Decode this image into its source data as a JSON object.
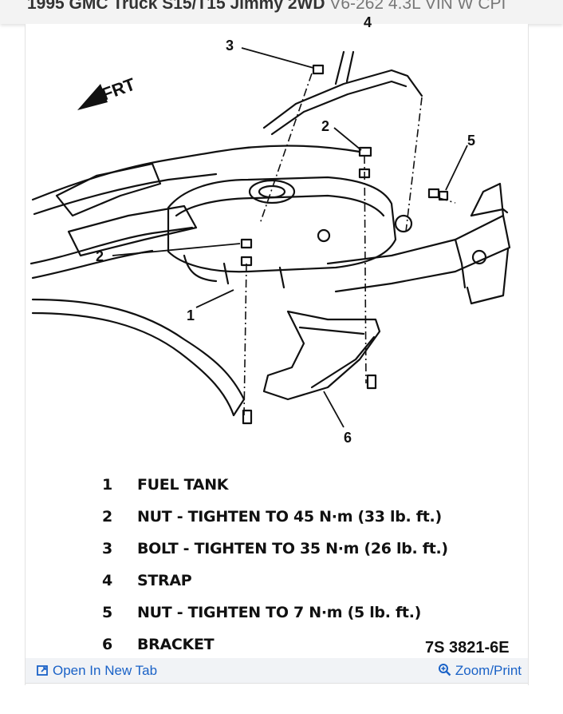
{
  "header": {
    "title_bold": "1995 GMC Truck S15/T15 Jimmy 2WD",
    "title_light": "V6-262 4.3L VIN W CPI"
  },
  "diagram": {
    "direction_label": "FRT",
    "callouts": [
      "1",
      "2",
      "2",
      "3",
      "4",
      "5",
      "6"
    ],
    "legend": [
      {
        "num": "1",
        "text": "FUEL TANK"
      },
      {
        "num": "2",
        "text": "NUT - TIGHTEN TO 45 N·m (33 lb. ft.)"
      },
      {
        "num": "3",
        "text": "BOLT - TIGHTEN TO 35 N·m (26 lb. ft.)"
      },
      {
        "num": "4",
        "text": "STRAP"
      },
      {
        "num": "5",
        "text": "NUT - TIGHTEN TO 7 N·m (5 lb. ft.)"
      },
      {
        "num": "6",
        "text": "BRACKET"
      }
    ],
    "figure_code": "7S 3821-6E"
  },
  "footer": {
    "open_label": "Open In New Tab",
    "zoom_label": "Zoom/Print",
    "link_color": "#1a62c7"
  }
}
